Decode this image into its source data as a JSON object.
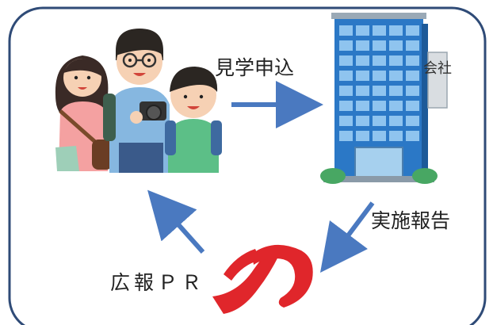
{
  "diagram": {
    "nodes": {
      "visitors": {
        "icon": "family-tourists-illustration"
      },
      "company": {
        "icon": "office-building-icon",
        "sign": "会社"
      },
      "organization": {
        "icon": "red-logo-mark"
      }
    },
    "edges": {
      "apply": {
        "from": "visitors",
        "to": "company",
        "label": "見学申込"
      },
      "report": {
        "from": "company",
        "to": "organization",
        "label": "実施報告"
      },
      "pr": {
        "from": "organization",
        "to": "visitors",
        "label": "広報ＰＲ"
      }
    }
  },
  "colors": {
    "frame": "#2f4b77",
    "arrow": "#4a79c0",
    "building": "#2b78c6",
    "logo": "#e0262b"
  }
}
